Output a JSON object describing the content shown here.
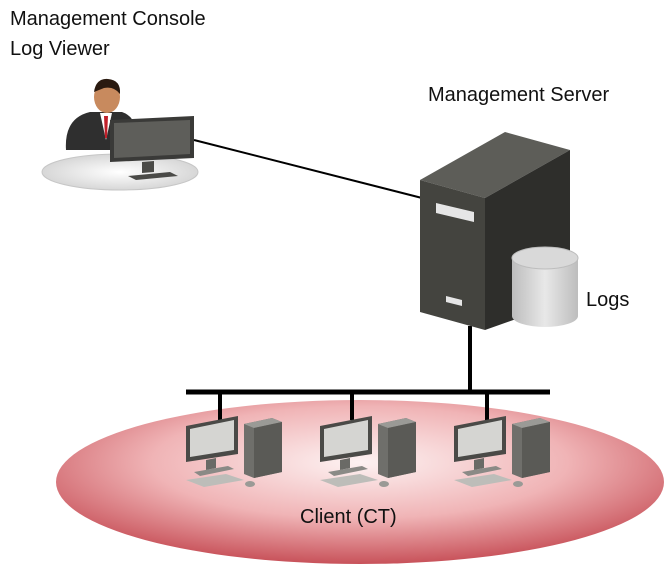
{
  "labels": {
    "console_line1": "Management Console",
    "console_line2": "Log Viewer",
    "server": "Management Server",
    "logs": "Logs",
    "client": "Client (CT)"
  },
  "colors": {
    "client_area_center": "#fdf0f0",
    "client_area_edge": "#c9525a",
    "server_body": "#3b3b38",
    "disk": "#d9d9d9",
    "line": "#000000"
  },
  "icons": {
    "console": "person-at-computer-icon",
    "server": "server-tower-icon",
    "logs": "database-disk-icon",
    "client": "desktop-computer-icon"
  }
}
